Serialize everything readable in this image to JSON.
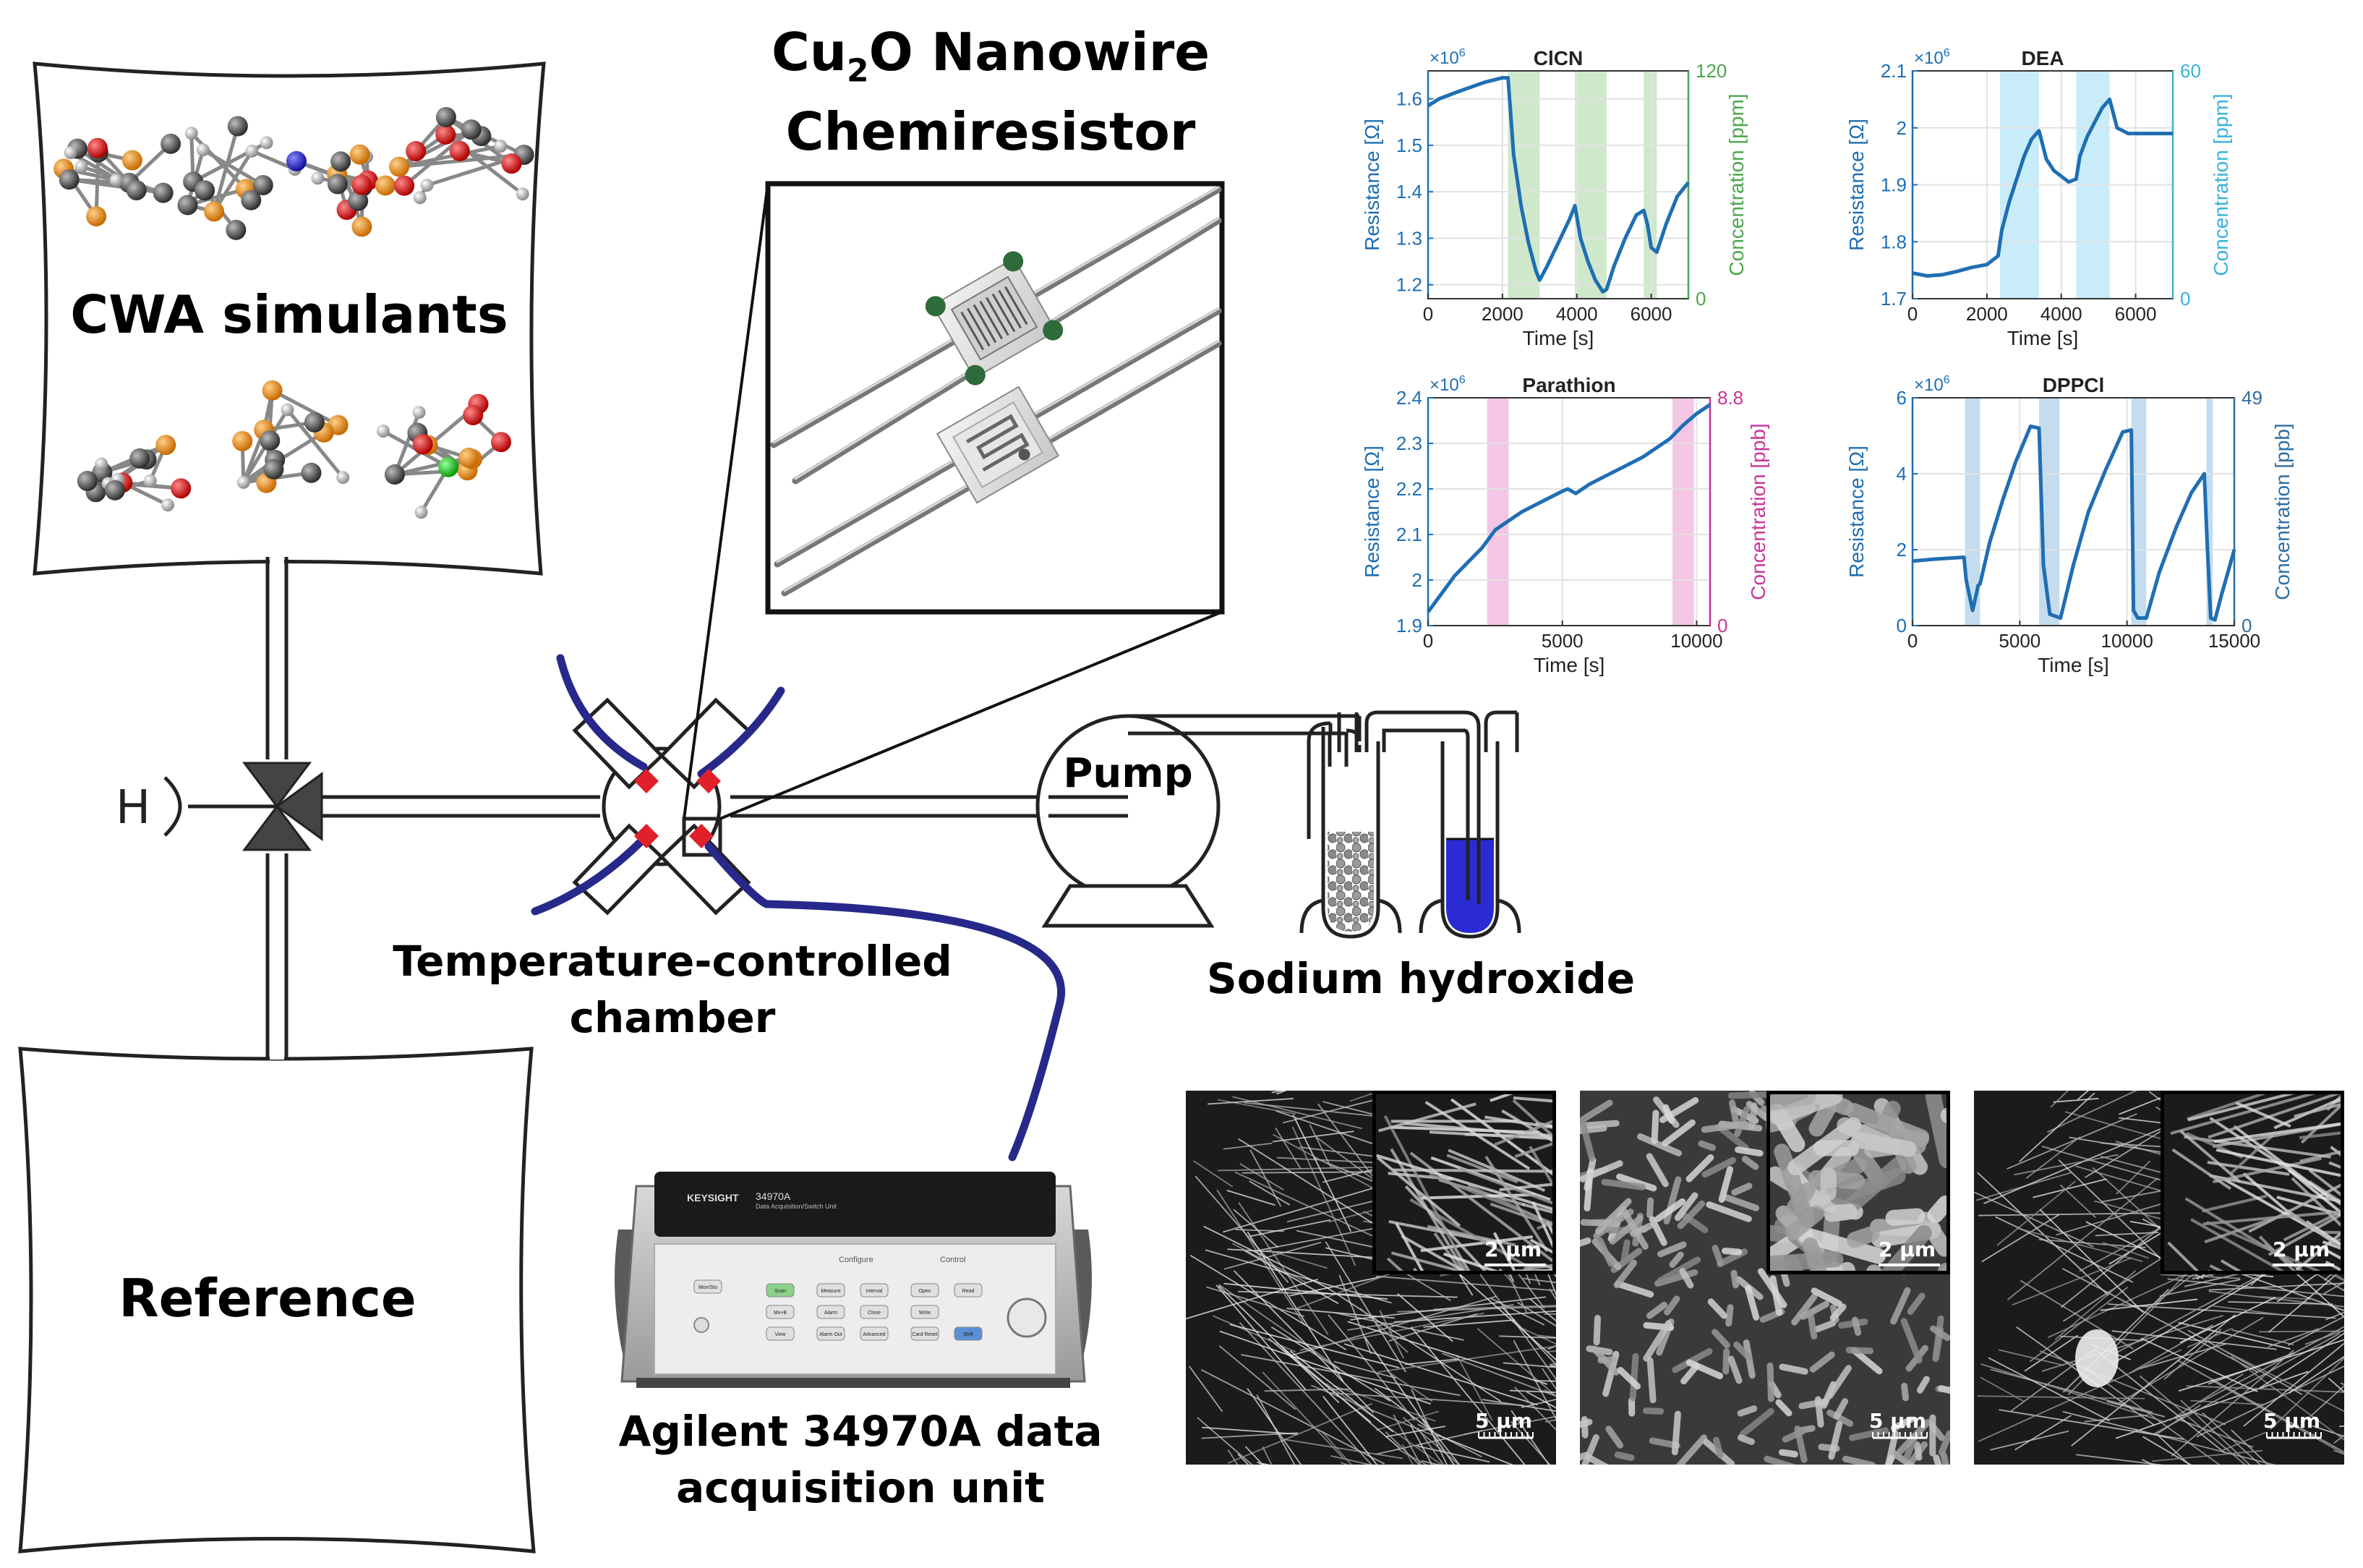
{
  "labels": {
    "cwa": "CWA simulants",
    "reference": "Reference",
    "chemiresistor_line1": "Cu",
    "chemiresistor_sub": "2",
    "chemiresistor_line1b": "O Nanowire",
    "chemiresistor_line2": "Chemiresistor",
    "chamber_line1": "Temperature-controlled",
    "chamber_line2": "chamber",
    "pump": "Pump",
    "naoh": "Sodium hydroxide",
    "daq_line1": "Agilent 34970A data",
    "daq_line2": "acquisition unit",
    "valve_handle": "H",
    "daq_brand": "KEYSIGHT",
    "daq_model": "34970A",
    "daq_model_sub": "Data Acquisition/Switch Unit"
  },
  "daq_panel": {
    "groups": [
      "Configure",
      "Control"
    ],
    "buttons": [
      "Mon/Sto",
      "Scan",
      "Measure",
      "Interval",
      "Open",
      "Read",
      "Mx+B",
      "Alarm",
      "Close",
      "Write",
      "View",
      "Alarm Out",
      "Advanced",
      "Card Reset",
      "Shift"
    ]
  },
  "sem": [
    {
      "inset_scale": "2 µm",
      "main_scale": "5 µm"
    },
    {
      "inset_scale": "2 µm",
      "main_scale": "5 µm"
    },
    {
      "inset_scale": "2 µm",
      "main_scale": "5 µm"
    }
  ],
  "colors": {
    "cable": "#27298a",
    "contact": "#e0202a",
    "naoh_liquid": "#2b2bd6",
    "line_blue": "#1f6eb3",
    "green": "#4ca64c",
    "green_band": "#cfe8cc",
    "cyan": "#38b2dc",
    "cyan_band": "#c9ecfa",
    "magenta": "#c8359a",
    "magenta_band": "#f3c6e6",
    "steel": "#2f6ea3",
    "steel_band": "#c5dcef"
  },
  "chart_data": [
    {
      "type": "line",
      "title": "ClCN",
      "xlabel": "Time [s]",
      "ylabel": "Resistance [Ω]",
      "y2label": "Concentration [ppm]",
      "multiplier": "×10",
      "multiplier_exp": "6",
      "xlim": [
        0,
        7000
      ],
      "ylim": [
        1.17,
        1.66
      ],
      "y2lim": [
        0,
        120
      ],
      "xticks": [
        0,
        2000,
        4000,
        6000
      ],
      "yticks": [
        1.2,
        1.3,
        1.4,
        1.5,
        1.6
      ],
      "y2ticks": [
        0,
        120
      ],
      "bands": [
        [
          2150,
          3000
        ],
        [
          3950,
          4800
        ],
        [
          5800,
          6150
        ]
      ],
      "series": [
        {
          "x": [
            0,
            300,
            800,
            1500,
            2000,
            2150,
            2300,
            2500,
            2700,
            2900,
            3000,
            3200,
            3500,
            3800,
            3950,
            4100,
            4300,
            4500,
            4700,
            4800,
            5000,
            5300,
            5600,
            5800,
            5900,
            6000,
            6150,
            6400,
            6700,
            7000
          ],
          "y": [
            1.585,
            1.6,
            1.615,
            1.635,
            1.645,
            1.645,
            1.48,
            1.37,
            1.29,
            1.23,
            1.21,
            1.24,
            1.29,
            1.34,
            1.37,
            1.3,
            1.25,
            1.21,
            1.185,
            1.19,
            1.24,
            1.3,
            1.35,
            1.36,
            1.33,
            1.28,
            1.27,
            1.33,
            1.39,
            1.42
          ]
        }
      ]
    },
    {
      "type": "line",
      "title": "DEA",
      "xlabel": "Time [s]",
      "ylabel": "Resistance [Ω]",
      "y2label": "Concentration [ppm]",
      "multiplier": "×10",
      "multiplier_exp": "6",
      "xlim": [
        0,
        7000
      ],
      "ylim": [
        1.7,
        2.1
      ],
      "y2lim": [
        0,
        60
      ],
      "xticks": [
        0,
        2000,
        4000,
        6000
      ],
      "yticks": [
        1.7,
        1.8,
        1.9,
        2,
        2.1
      ],
      "y2ticks": [
        0,
        60
      ],
      "bands": [
        [
          2350,
          3400
        ],
        [
          4400,
          5300
        ]
      ],
      "series": [
        {
          "x": [
            0,
            400,
            800,
            1200,
            1600,
            2000,
            2300,
            2400,
            2600,
            2800,
            3000,
            3200,
            3400,
            3600,
            3800,
            4000,
            4200,
            4400,
            4500,
            4700,
            4900,
            5100,
            5300,
            5500,
            5800,
            6200,
            6600,
            7000
          ],
          "y": [
            1.745,
            1.74,
            1.742,
            1.748,
            1.755,
            1.76,
            1.775,
            1.82,
            1.87,
            1.91,
            1.95,
            1.98,
            1.995,
            1.945,
            1.925,
            1.915,
            1.905,
            1.91,
            1.95,
            1.985,
            2.01,
            2.035,
            2.05,
            2.0,
            1.99,
            1.99,
            1.99,
            1.99
          ]
        }
      ]
    },
    {
      "type": "line",
      "title": "Parathion",
      "xlabel": "Time [s]",
      "ylabel": "Resistance [Ω]",
      "y2label": "Concentration [ppb]",
      "multiplier": "×10",
      "multiplier_exp": "6",
      "xlim": [
        0,
        10500
      ],
      "ylim": [
        1.9,
        2.4
      ],
      "y2lim": [
        0,
        8.8
      ],
      "xticks": [
        0,
        5000,
        10000
      ],
      "yticks": [
        1.9,
        2,
        2.1,
        2.2,
        2.3,
        2.4
      ],
      "y2ticks": [
        0,
        8.8
      ],
      "bands": [
        [
          2200,
          3000
        ],
        [
          9100,
          9900
        ]
      ],
      "series": [
        {
          "x": [
            0,
            500,
            1000,
            1500,
            2000,
            2500,
            3000,
            3500,
            4000,
            4500,
            5000,
            5200,
            5500,
            6000,
            6500,
            7000,
            7500,
            8000,
            8500,
            9000,
            9500,
            10000,
            10500
          ],
          "y": [
            1.93,
            1.97,
            2.01,
            2.04,
            2.07,
            2.11,
            2.13,
            2.15,
            2.165,
            2.18,
            2.195,
            2.2,
            2.19,
            2.21,
            2.225,
            2.24,
            2.255,
            2.27,
            2.29,
            2.31,
            2.34,
            2.365,
            2.385
          ]
        }
      ]
    },
    {
      "type": "line",
      "title": "DPPCl",
      "xlabel": "Time [s]",
      "ylabel": "Resistance [Ω]",
      "y2label": "Concentration [ppb]",
      "multiplier": "×10",
      "multiplier_exp": "6",
      "xlim": [
        0,
        15000
      ],
      "ylim": [
        0,
        6
      ],
      "y2lim": [
        0,
        49
      ],
      "xticks": [
        0,
        5000,
        10000,
        15000
      ],
      "yticks": [
        0,
        2,
        4,
        6
      ],
      "y2ticks": [
        0,
        49
      ],
      "bands": [
        [
          2450,
          3150
        ],
        [
          5900,
          6850
        ],
        [
          10200,
          10900
        ],
        [
          13700,
          14000
        ]
      ],
      "series": [
        {
          "x": [
            0,
            1000,
            2400,
            2500,
            2800,
            3000,
            3050,
            3150,
            3600,
            4200,
            4800,
            5500,
            5900,
            6100,
            6400,
            6900,
            7500,
            8200,
            9000,
            9800,
            10200,
            10300,
            10500,
            10900,
            11500,
            12300,
            13000,
            13600,
            13750,
            13900,
            14100,
            14400,
            15000
          ],
          "y": [
            1.7,
            1.75,
            1.8,
            1.2,
            0.4,
            0.9,
            1.05,
            1.1,
            2.2,
            3.3,
            4.3,
            5.25,
            5.2,
            1.6,
            0.3,
            0.2,
            1.6,
            3.0,
            4.1,
            5.1,
            5.15,
            0.4,
            0.2,
            0.2,
            1.4,
            2.6,
            3.5,
            4.0,
            2.0,
            0.2,
            0.15,
            0.8,
            2.0
          ]
        }
      ]
    }
  ]
}
